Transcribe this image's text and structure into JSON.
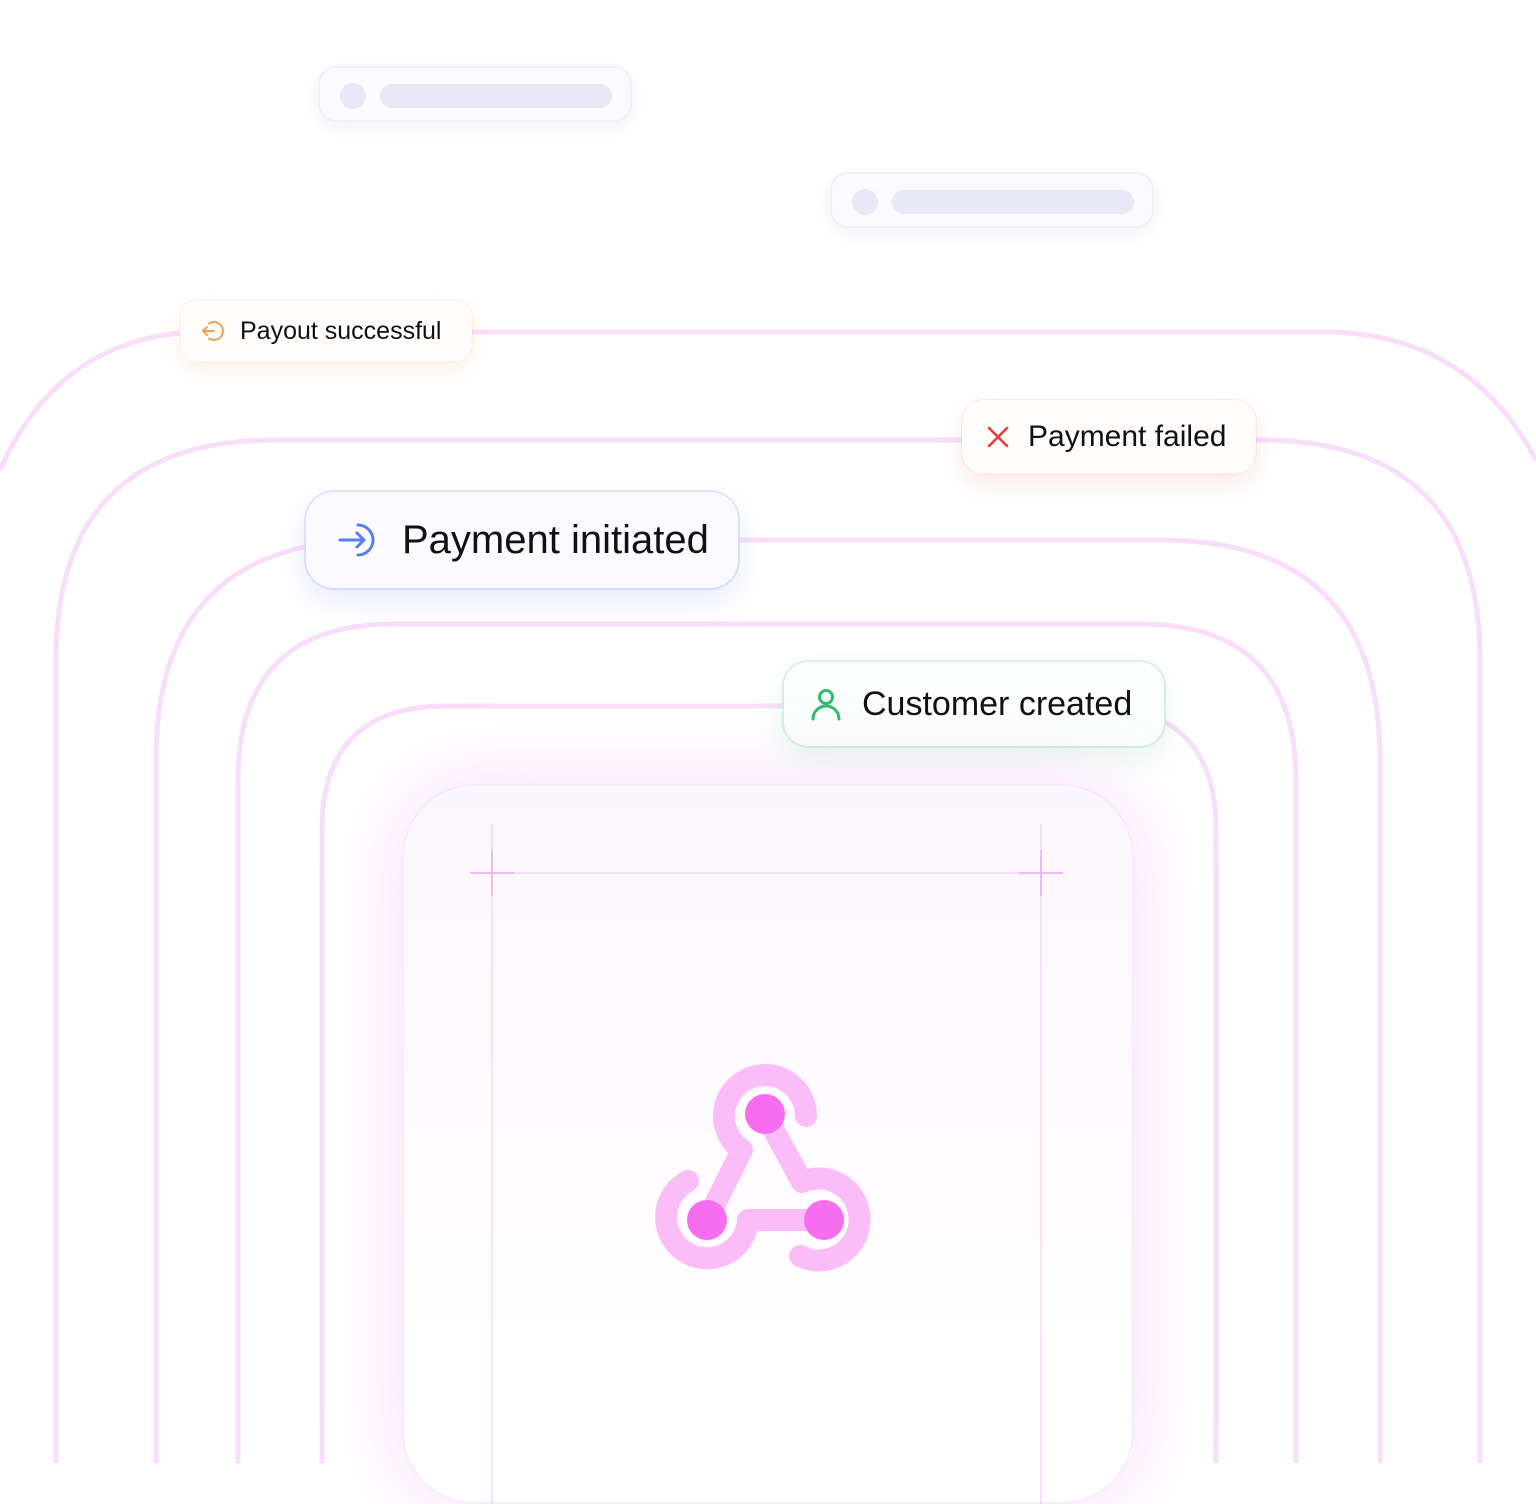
{
  "colors": {
    "ring": "#f7d6fb",
    "webhook_light": "#fbbdf8",
    "webhook_dot": "#f56ef0",
    "payout_accent": "#f6a24d",
    "failed_accent": "#ef3b3b",
    "initiated_accent": "#5b7ff2",
    "customer_accent": "#2ebd6b",
    "skeleton": "#e8e8f6"
  },
  "events": {
    "payout": {
      "label": "Payout successful",
      "icon": "arrow-left-circle-icon"
    },
    "failed": {
      "label": "Payment failed",
      "icon": "x-icon"
    },
    "initiated": {
      "label": "Payment initiated",
      "icon": "arrow-right-circle-icon"
    },
    "customer": {
      "label": "Customer created",
      "icon": "user-icon"
    }
  },
  "center": {
    "icon": "webhook-icon"
  }
}
